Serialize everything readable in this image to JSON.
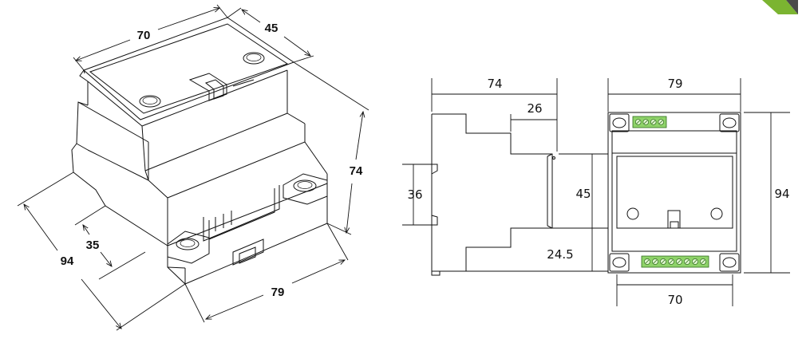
{
  "brand": {
    "accent_color": "#7bb431",
    "accent_dark": "#4a4a4a"
  },
  "terminal_color": "#8fd36a",
  "isometric_view": {
    "dim_width": "70",
    "dim_depth": "45",
    "dim_height": "74",
    "dim_length": "94",
    "dim_rail": "35",
    "dim_base_width": "79"
  },
  "side_view": {
    "dim_depth": "74",
    "dim_step": "26",
    "dim_rail": "36",
    "dim_front_height": "45",
    "dim_offset": "24.5"
  },
  "front_view": {
    "dim_width": "79",
    "dim_height": "94",
    "dim_inner_width": "70",
    "top_terminal_count": 4,
    "bottom_terminal_count": 8
  }
}
